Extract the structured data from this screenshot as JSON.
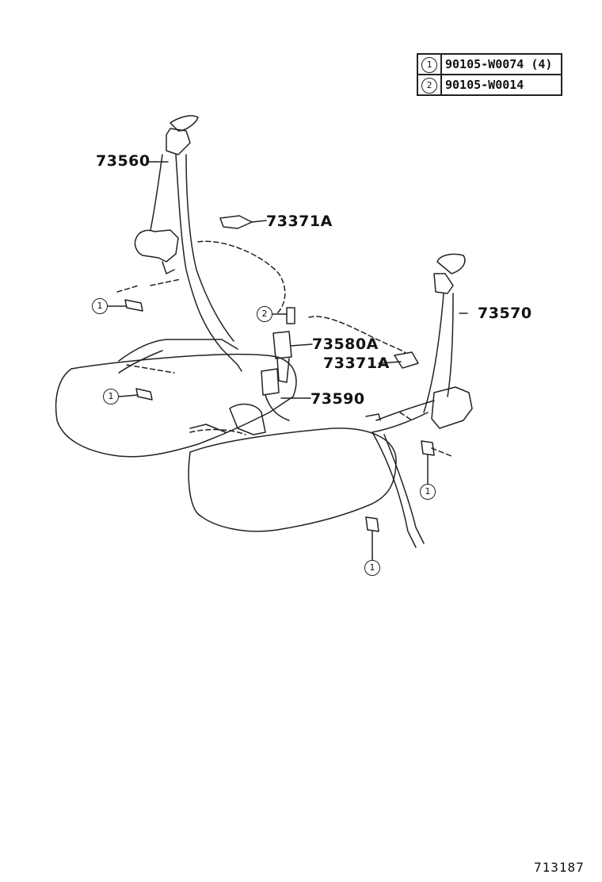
{
  "legend": [
    {
      "ref": "1",
      "code": "90105-W0074 (4)"
    },
    {
      "ref": "2",
      "code": "90105-W0014"
    }
  ],
  "parts": {
    "belt_left": "73560",
    "anchor_cover_top": "73371A",
    "belt_right": "73570",
    "buckle_upper": "73580A",
    "anchor_cover_mid": "73371A",
    "buckle_lower": "73590"
  },
  "callouts": {
    "c1": "1",
    "c2": "1",
    "c3": "2",
    "c4": "1",
    "c5": "1"
  },
  "illustration_number": "713187",
  "colors": {
    "ink": "#222222",
    "background": "#ffffff"
  }
}
